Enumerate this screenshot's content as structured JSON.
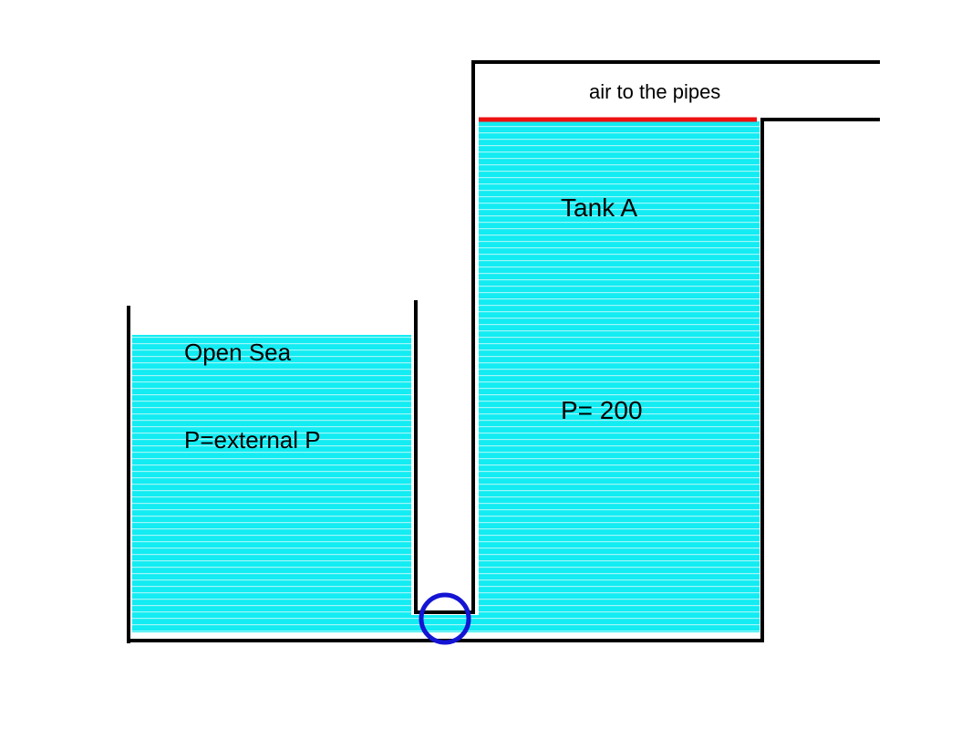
{
  "labels": {
    "air": "air to the pipes",
    "tank_a": "Tank A",
    "tank_a_pressure": "P= 200",
    "open_sea": "Open Sea",
    "open_sea_pressure": "P=external P"
  },
  "colors": {
    "water": "#12ecf2",
    "water_stripe": "#9ff6f8",
    "walls": "#000000",
    "surface": "#ee1111",
    "valve": "#1414d4"
  }
}
